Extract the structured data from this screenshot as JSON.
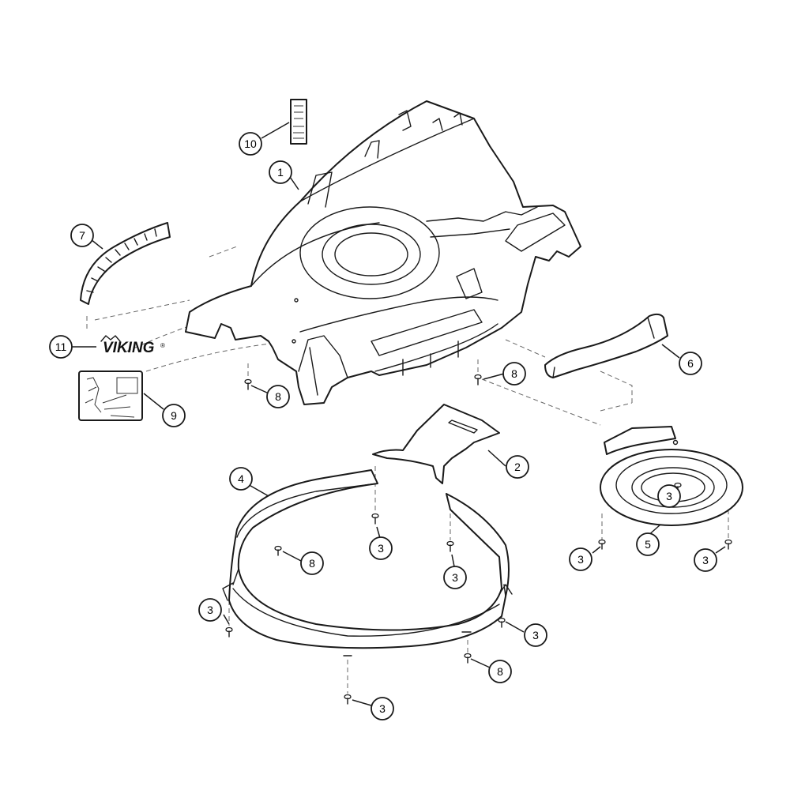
{
  "brand": {
    "logo_text": "VIKING",
    "logo_mark": "®"
  },
  "callouts": [
    {
      "id": "c1",
      "label": "1"
    },
    {
      "id": "c2",
      "label": "2"
    },
    {
      "id": "c3a",
      "label": "3"
    },
    {
      "id": "c3b",
      "label": "3"
    },
    {
      "id": "c3c",
      "label": "3"
    },
    {
      "id": "c3d",
      "label": "3"
    },
    {
      "id": "c3e",
      "label": "3"
    },
    {
      "id": "c3f",
      "label": "3"
    },
    {
      "id": "c3g",
      "label": "3"
    },
    {
      "id": "c3h",
      "label": "3"
    },
    {
      "id": "c4",
      "label": "4"
    },
    {
      "id": "c5",
      "label": "5"
    },
    {
      "id": "c6",
      "label": "6"
    },
    {
      "id": "c7",
      "label": "7"
    },
    {
      "id": "c8a",
      "label": "8"
    },
    {
      "id": "c8b",
      "label": "8"
    },
    {
      "id": "c8c",
      "label": "8"
    },
    {
      "id": "c8d",
      "label": "8"
    },
    {
      "id": "c9",
      "label": "9"
    },
    {
      "id": "c10",
      "label": "10"
    },
    {
      "id": "c11",
      "label": "11"
    }
  ]
}
